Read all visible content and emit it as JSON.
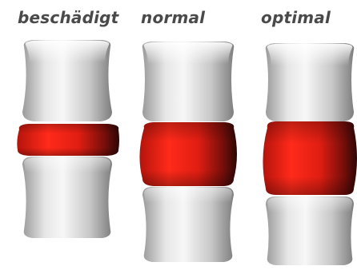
{
  "labels": [
    "beschädigt",
    "normal",
    "optimal"
  ],
  "colors": {
    "vertebra_light": "#f2f2f2",
    "vertebra_mid": "#bdbdbd",
    "vertebra_dark": "#7a7a7a",
    "disc_bright": "#ff2a1a",
    "disc_mid": "#d21a10",
    "disc_dark": "#3a0a08",
    "label_text": "#4a4a4a"
  },
  "columns": [
    {
      "name": "beschädigt",
      "disc_state": "compressed"
    },
    {
      "name": "normal",
      "disc_state": "normal"
    },
    {
      "name": "optimal",
      "disc_state": "full"
    }
  ]
}
